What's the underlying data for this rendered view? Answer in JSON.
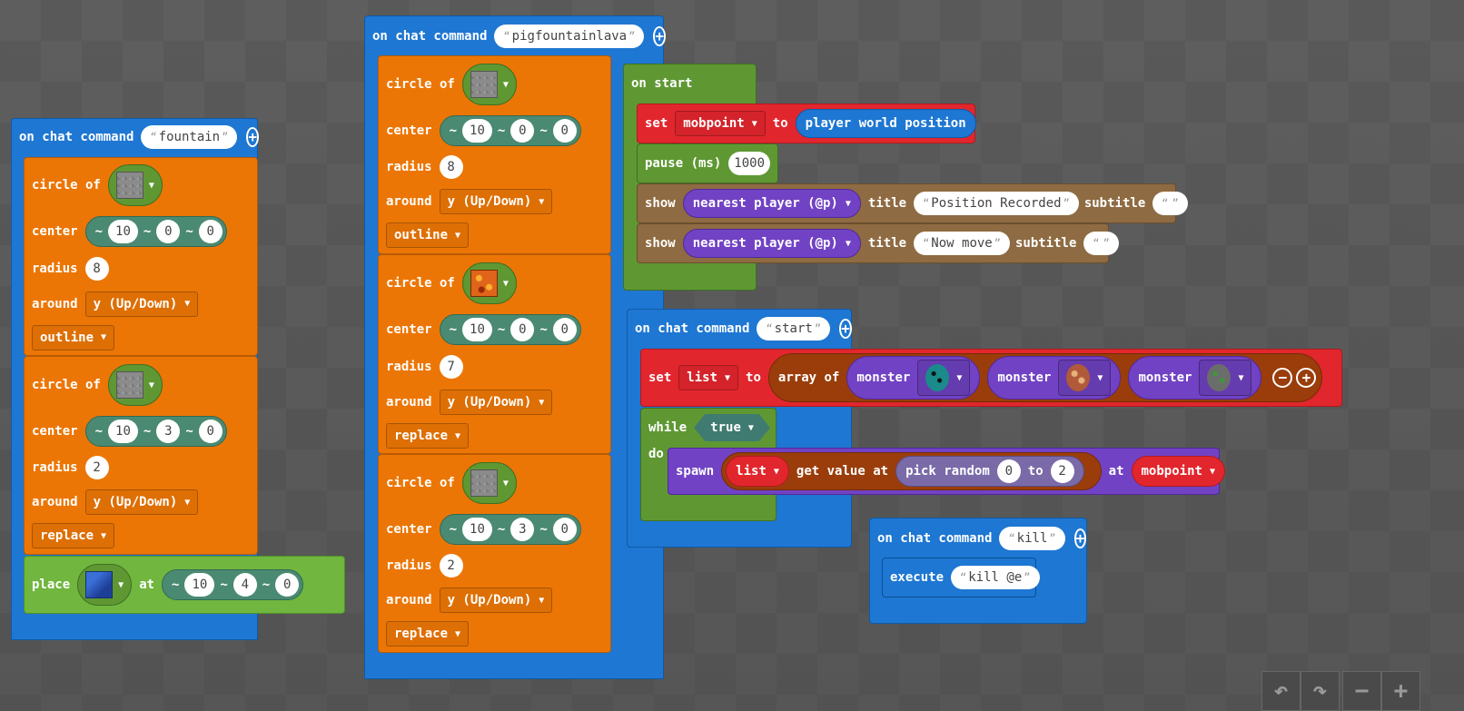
{
  "labels": {
    "on_chat_command": "on chat command",
    "on_start": "on start",
    "circle_of": "circle of",
    "center": "center",
    "radius": "radius",
    "around": "around",
    "place": "place",
    "at": "at",
    "set": "set",
    "to": "to",
    "pause": "pause (ms)",
    "show": "show",
    "title": "title",
    "subtitle": "subtitle",
    "array_of": "array of",
    "monster": "monster",
    "while": "while",
    "do": "do",
    "spawn": "spawn",
    "get_value_at": "get value at",
    "pick_random": "pick random",
    "execute": "execute",
    "tilde": "~"
  },
  "fountain": {
    "command": "fountain",
    "circles": [
      {
        "center": [
          "10",
          "0",
          "0"
        ],
        "radius": "8",
        "around": "y (Up/Down)",
        "mode": "outline"
      },
      {
        "center": [
          "10",
          "3",
          "0"
        ],
        "radius": "2",
        "around": "y (Up/Down)",
        "mode": "replace"
      }
    ],
    "place_at": [
      "10",
      "4",
      "0"
    ]
  },
  "pigfountainlava": {
    "command": "pigfountainlava",
    "circles": [
      {
        "center": [
          "10",
          "0",
          "0"
        ],
        "radius": "8",
        "around": "y (Up/Down)",
        "mode": "outline"
      },
      {
        "center": [
          "10",
          "0",
          "0"
        ],
        "radius": "7",
        "around": "y (Up/Down)",
        "mode": "replace"
      },
      {
        "center": [
          "10",
          "3",
          "0"
        ],
        "radius": "2",
        "around": "y (Up/Down)",
        "mode": "replace"
      }
    ]
  },
  "onstart": {
    "var": "mobpoint",
    "value": "player world position",
    "pause": "1000",
    "shows": [
      {
        "target": "nearest player (@p)",
        "title": "Position Recorded",
        "subtitle": " "
      },
      {
        "target": "nearest player (@p)",
        "title": "Now move",
        "subtitle": " "
      }
    ]
  },
  "start": {
    "command": "start",
    "var": "list",
    "while_cond": "true",
    "spawn_list": "list",
    "random_from": "0",
    "random_to": "2",
    "spawn_at": "mobpoint"
  },
  "kill": {
    "command": "kill",
    "execute": "kill @e"
  },
  "colors": {
    "event": "#1e77d2",
    "shapes": "#ec7605",
    "loops": "#5f9833",
    "variables": "#e2262d",
    "mobs": "#7142c4",
    "gameplay": "#8e6b42"
  }
}
